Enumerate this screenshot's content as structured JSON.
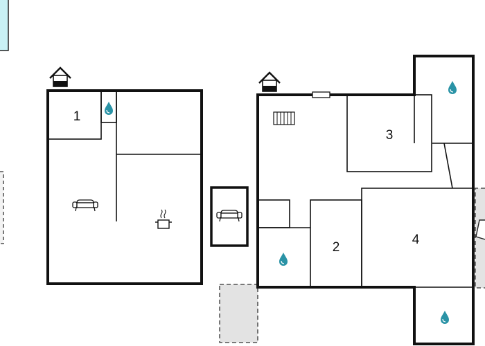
{
  "floorplan": {
    "colors": {
      "wall": "#111111",
      "terrace": "#e3e3e3",
      "pool": "#c9f1f5",
      "water": "#2a93a6"
    },
    "rooms": [
      {
        "id": "room-1",
        "label": "1"
      },
      {
        "id": "room-2",
        "label": "2"
      },
      {
        "id": "room-3",
        "label": "3"
      },
      {
        "id": "room-4",
        "label": "4"
      }
    ],
    "icons": [
      "house-entrance-icon",
      "water-drop-icon",
      "sofa-icon",
      "cooking-pot-icon",
      "radiator-icon",
      "window-icon"
    ]
  }
}
